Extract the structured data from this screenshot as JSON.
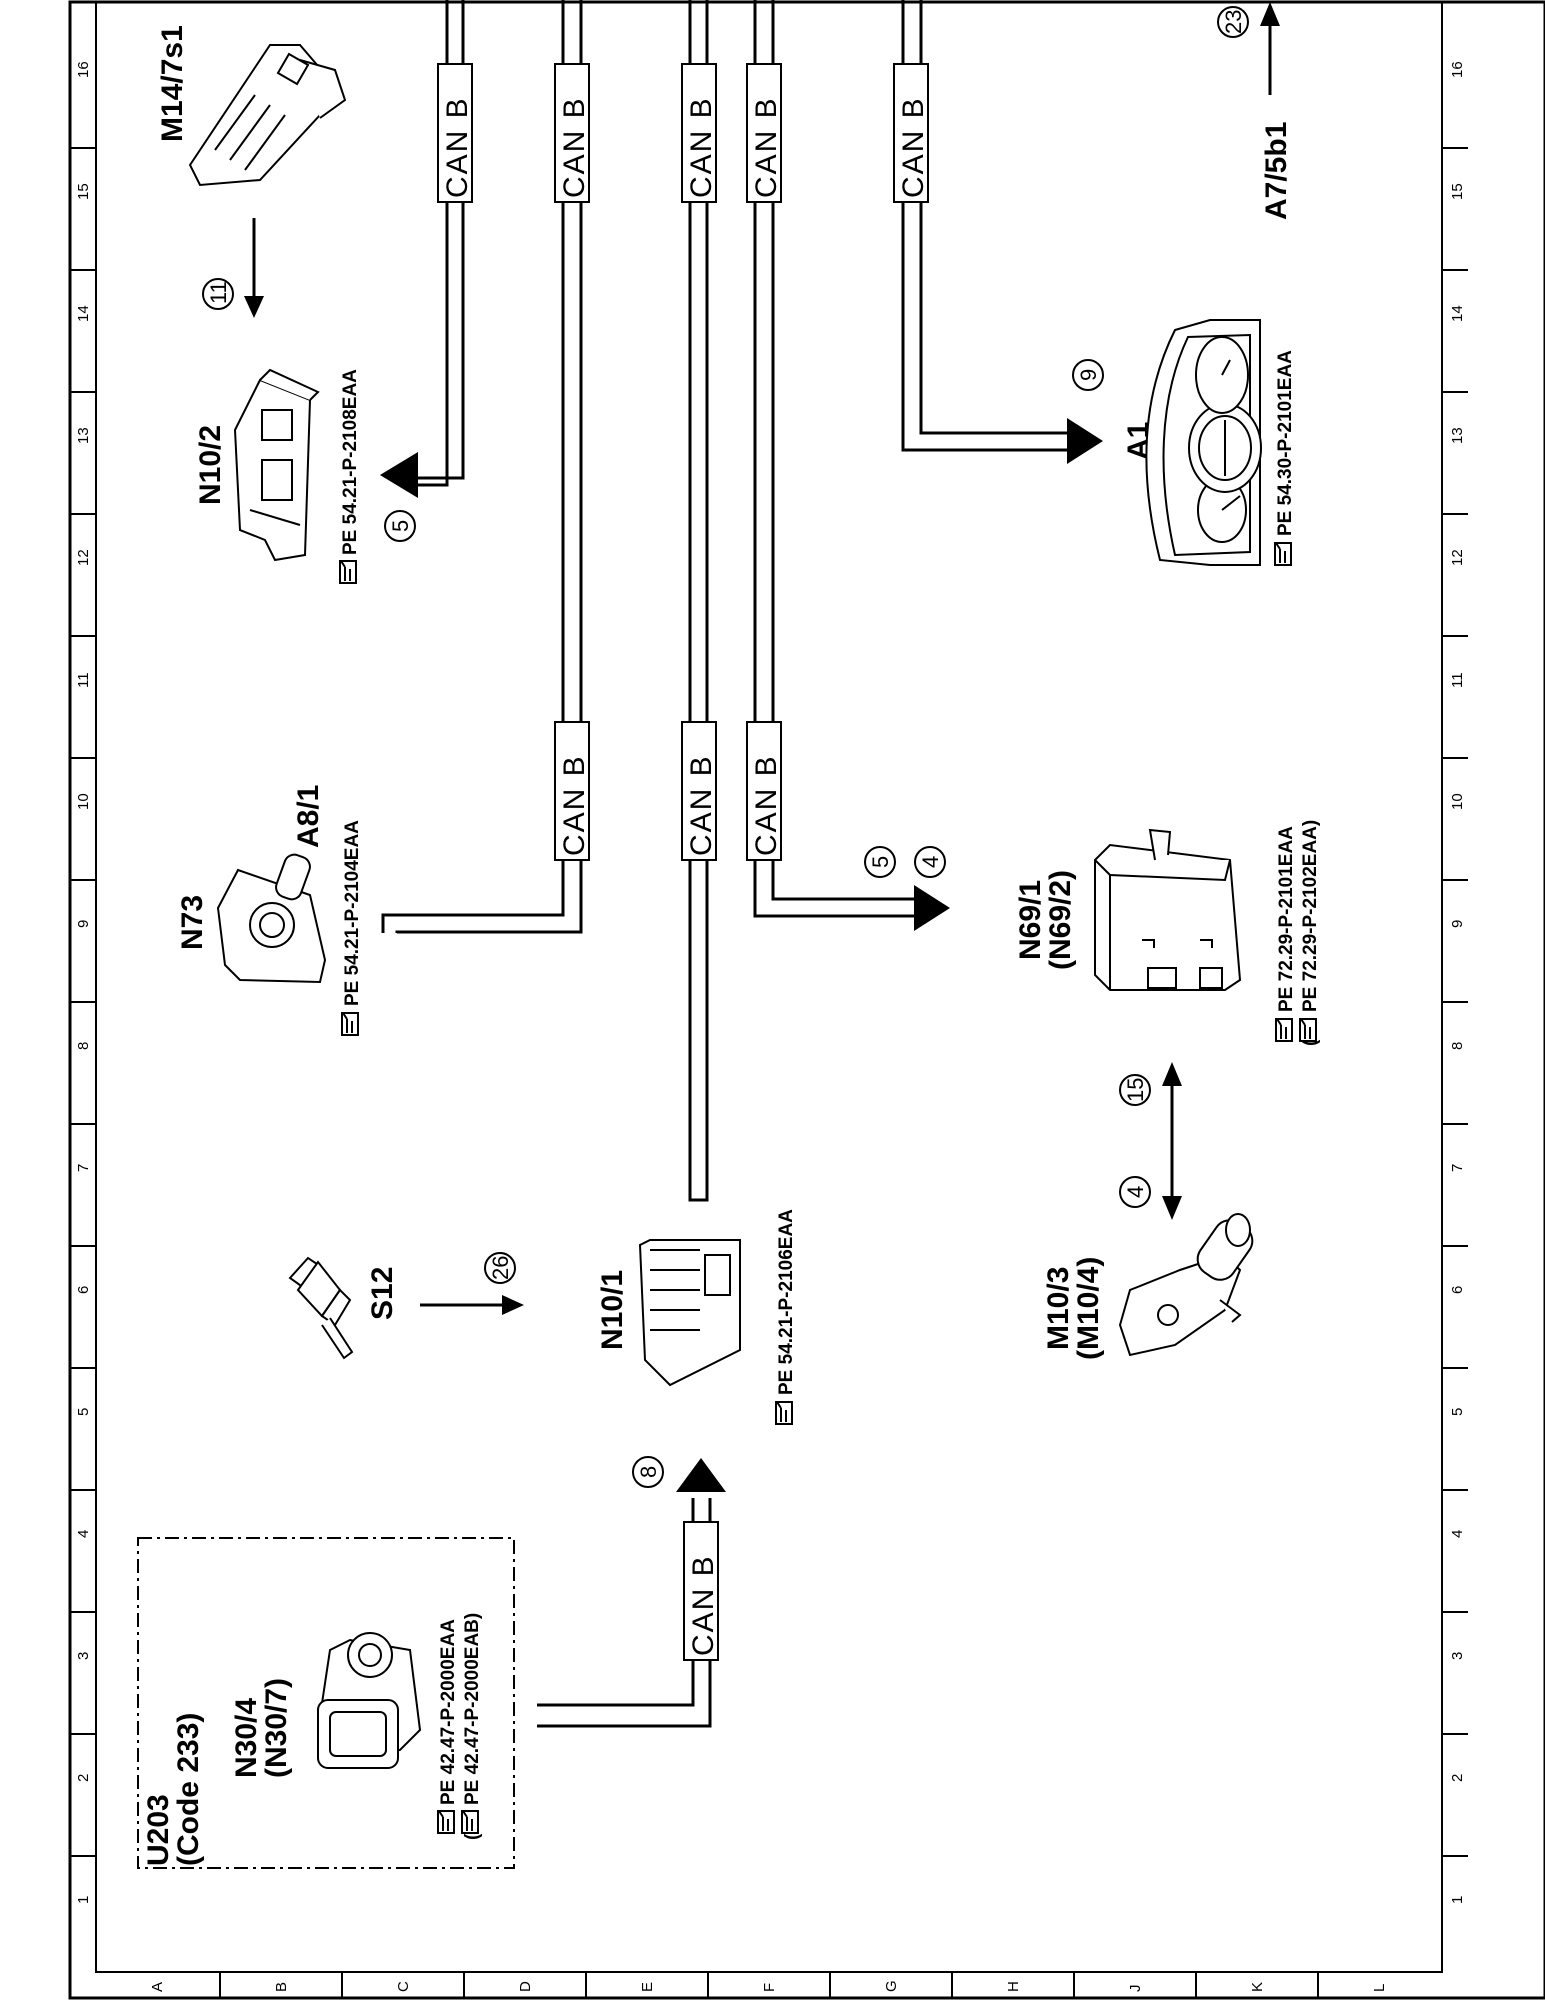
{
  "colors": {
    "ink": "#000000",
    "paper": "#ffffff"
  },
  "grid": {
    "columns": [
      "1",
      "2",
      "3",
      "4",
      "5",
      "6",
      "7",
      "8",
      "9",
      "10",
      "11",
      "12",
      "13",
      "14",
      "15",
      "16"
    ],
    "rows": [
      "A",
      "B",
      "C",
      "D",
      "E",
      "F",
      "G",
      "H",
      "J",
      "K",
      "L"
    ]
  },
  "bus": {
    "label": "CAN B"
  },
  "ref_icon": "pointing-hand-icon",
  "components": {
    "m14_7s1": {
      "label": "M14/7s1"
    },
    "n10_2": {
      "label": "N10/2",
      "ref": "PE  54.21-P-2108EAA"
    },
    "n73": {
      "label": "N73",
      "sublabel": "A8/1",
      "ref": "PE  54.21-P-2104EAA"
    },
    "s12": {
      "label": "S12"
    },
    "n10_1": {
      "label": "N10/1",
      "ref": "PE  54.21-P-2106EAA"
    },
    "u203": {
      "label": "U203",
      "sublabel": "(Code  233)"
    },
    "n30_4": {
      "label": "N30/4",
      "sublabel": "(N30/7)",
      "ref": "PE  42.47-P-2000EAA",
      "ref2": "PE  42.47-P-2000EAB)",
      "ref2_prefix": "("
    },
    "a1": {
      "label": "A1",
      "ref": "PE  54.30-P-2101EAA"
    },
    "a7_5b1": {
      "label": "A7/5b1"
    },
    "n69_1": {
      "label": "N69/1",
      "sublabel": "(N69/2)",
      "ref": "PE  72.29-P-2101EAA",
      "ref2": "PE  72.29-P-2102EAA)",
      "ref2_prefix": "("
    },
    "m10_3": {
      "label": "M10/3",
      "sublabel": "(M10/4)"
    }
  },
  "signals": {
    "s11": "11",
    "s5a": "5",
    "s26": "26",
    "s8": "8",
    "s9": "9",
    "s23": "23",
    "s5b": "5",
    "s4a": "4",
    "s15": "15",
    "s4b": "4"
  }
}
